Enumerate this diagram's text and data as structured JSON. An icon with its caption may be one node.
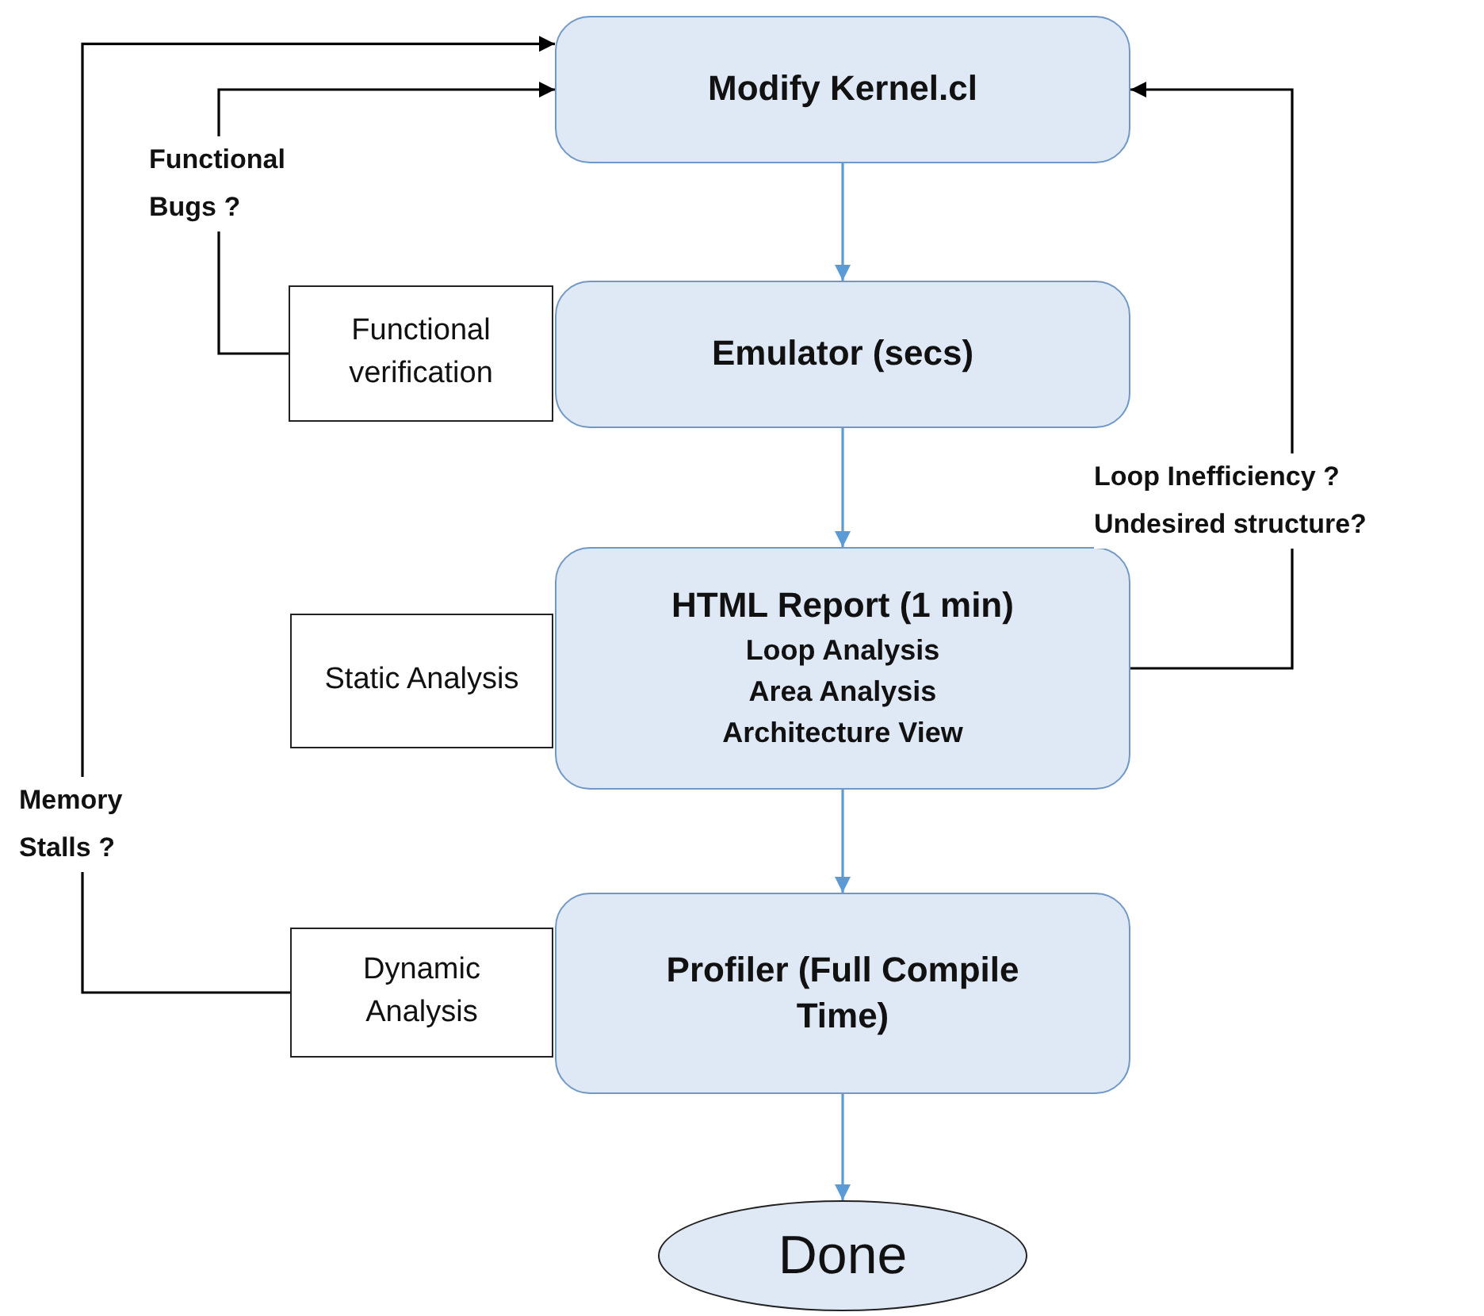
{
  "diagram": {
    "nodes": [
      {
        "text": [
          "Modify Kernel.cl"
        ]
      },
      {
        "text": [
          "Emulator (secs)"
        ]
      },
      {
        "text": [
          "Functional verification"
        ]
      },
      {
        "text": [
          "HTML Report (1 min)",
          "Loop Analysis",
          "Area Analysis",
          "Architecture View"
        ]
      },
      {
        "text": [
          "Static Analysis"
        ]
      },
      {
        "text": [
          "Profiler (Full Compile Time)"
        ]
      },
      {
        "text": [
          "Dynamic Analysis"
        ]
      },
      {
        "text": [
          "Done"
        ]
      }
    ],
    "edges": [
      {
        "from": 0,
        "to": 1,
        "arrow": "to"
      },
      {
        "from": 1,
        "to": 3,
        "arrow": "to"
      },
      {
        "from": 3,
        "to": 5,
        "arrow": "to"
      },
      {
        "from": 5,
        "to": 7,
        "arrow": "to"
      },
      {
        "from": 2,
        "to": 0,
        "arrow": "to",
        "label": "Functional Bugs ?",
        "color": "#000000"
      },
      {
        "from": 6,
        "to": 0,
        "arrow": "to",
        "label": "Memory Stalls ?",
        "color": "#000000"
      },
      {
        "from": 3,
        "to": 0,
        "arrow": "to",
        "label": "Loop Inefficiency ? Undesired structure?",
        "color": "#000000"
      }
    ]
  }
}
